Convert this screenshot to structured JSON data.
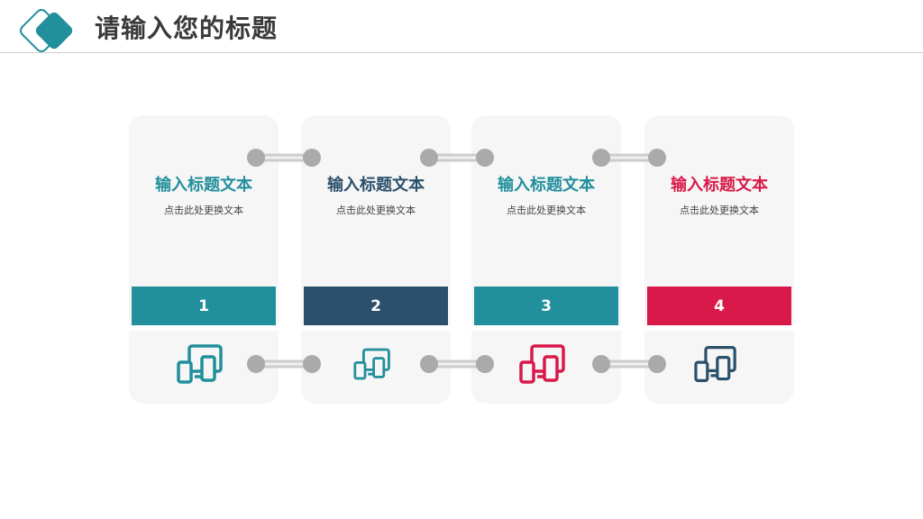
{
  "header": {
    "title": "请输入您的标题"
  },
  "colors": {
    "teal": "#228f9c",
    "navy": "#2b506b",
    "crimson": "#d8194a",
    "card_bg": "#f6f6f6",
    "connector": "#aaaaaa"
  },
  "cards": [
    {
      "title": "输入标题文本",
      "desc": "点击此处更换文本",
      "number": "1",
      "title_color": "#228f9c",
      "band_color": "#228f9c",
      "icon": "devices-icon",
      "icon_color": "#228f9c"
    },
    {
      "title": "输入标题文本",
      "desc": "点击此处更换文本",
      "number": "2",
      "title_color": "#2b506b",
      "band_color": "#2b506b",
      "icon": "devices-icon",
      "icon_color": "#228f9c"
    },
    {
      "title": "输入标题文本",
      "desc": "点击此处更换文本",
      "number": "3",
      "title_color": "#228f9c",
      "band_color": "#228f9c",
      "icon": "devices-icon",
      "icon_color": "#d8194a"
    },
    {
      "title": "输入标题文本",
      "desc": "点击此处更换文本",
      "number": "4",
      "title_color": "#d8194a",
      "band_color": "#d8194a",
      "icon": "devices-icon",
      "icon_color": "#2b506b"
    }
  ]
}
